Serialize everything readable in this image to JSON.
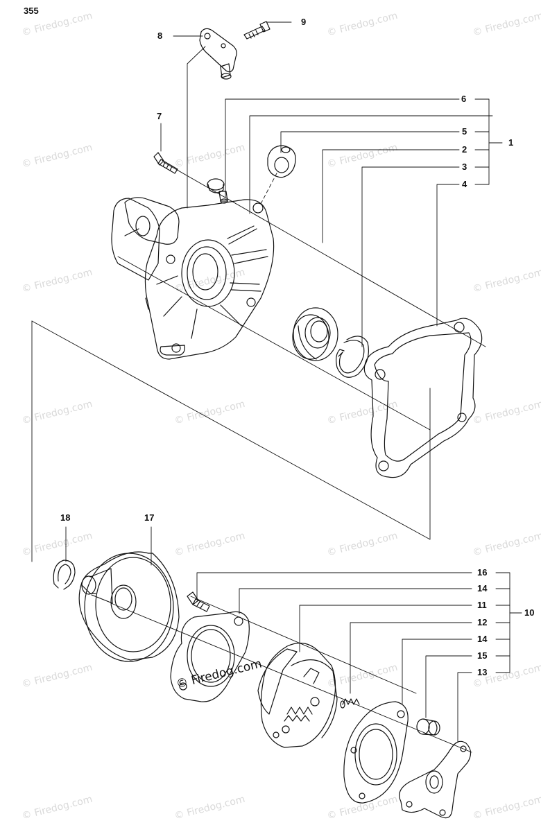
{
  "page_number": "355",
  "watermark": "© Firedog.com",
  "callouts": {
    "c1": "1",
    "c2": "2",
    "c3": "3",
    "c4": "4",
    "c5": "5",
    "c6": "6",
    "c7": "7",
    "c8": "8",
    "c9": "9",
    "c10": "10",
    "c11": "11",
    "c12": "12",
    "c13": "13",
    "c14a": "14",
    "c14b": "14",
    "c15": "15",
    "c16": "16",
    "c17": "17",
    "c18": "18"
  },
  "colors": {
    "line": "#111111",
    "watermark": "#d9d9d9"
  }
}
